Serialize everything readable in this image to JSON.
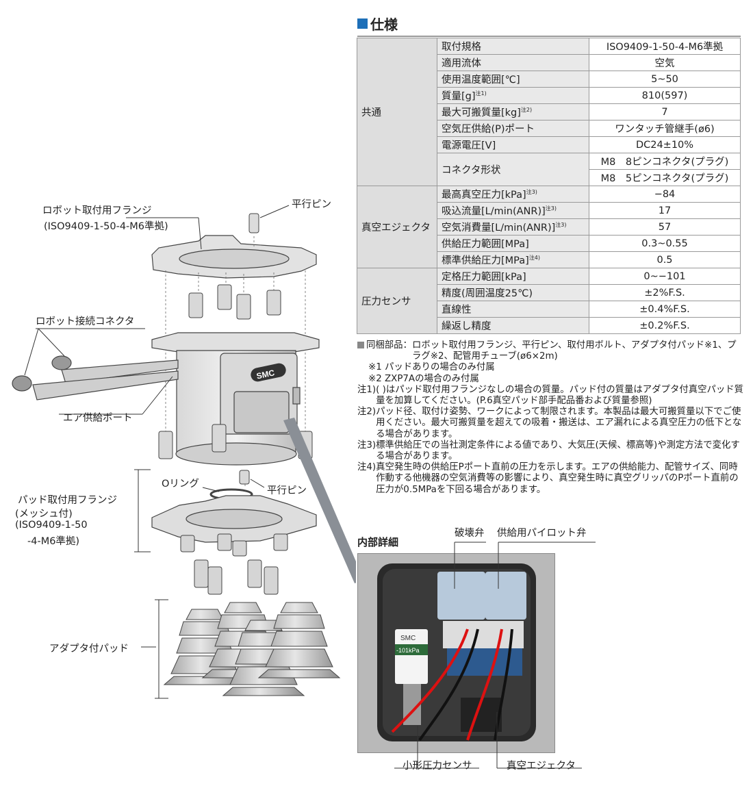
{
  "spec": {
    "title": "仕様",
    "groups": [
      {
        "name": "共通",
        "rows": [
          {
            "item": "取付規格",
            "note": "",
            "value": "ISO9409-1-50-4-M6準拠"
          },
          {
            "item": "適用流体",
            "note": "",
            "value": "空気"
          },
          {
            "item": "使用温度範囲[℃]",
            "note": "",
            "value": "5~50"
          },
          {
            "item": "質量[g]",
            "note": "注1)",
            "value": "810(597)"
          },
          {
            "item": "最大可搬質量[kg]",
            "note": "注2)",
            "value": "7"
          },
          {
            "item": "空気圧供給(P)ポート",
            "note": "",
            "value": "ワンタッチ管継手(ø6)"
          },
          {
            "item": "電源電圧[V]",
            "note": "",
            "value": "DC24±10%"
          },
          {
            "item": "コネクタ形状",
            "note": "",
            "value": "M8　8ピンコネクタ(プラグ)",
            "value2": "M8　5ピンコネクタ(プラグ)"
          }
        ]
      },
      {
        "name": "真空エジェクタ",
        "rows": [
          {
            "item": "最高真空圧力[kPa]",
            "note": "注3)",
            "value": "−84"
          },
          {
            "item": "吸込流量[L/min(ANR)]",
            "note": "注3)",
            "value": "17"
          },
          {
            "item": "空気消費量[L/min(ANR)]",
            "note": "注3)",
            "value": "57"
          },
          {
            "item": "供給圧力範囲[MPa]",
            "note": "",
            "value": "0.3~0.55"
          },
          {
            "item": "標準供給圧力[MPa]",
            "note": "注4)",
            "value": "0.5"
          }
        ]
      },
      {
        "name": "圧力センサ",
        "rows": [
          {
            "item": "定格圧力範囲[kPa]",
            "note": "",
            "value": "0~−101"
          },
          {
            "item": "精度(周囲温度25℃)",
            "note": "",
            "value": "±2%F.S."
          },
          {
            "item": "直線性",
            "note": "",
            "value": "±0.4%F.S."
          },
          {
            "item": "繰返し精度",
            "note": "",
            "value": "±0.2%F.S."
          }
        ]
      }
    ]
  },
  "notes": {
    "included_label": "同梱部品：",
    "included_text": "ロボット取付用フランジ、平行ピン、取付用ボルト、アダプタ付パッド※1、プラグ※2、配管用チューブ(ø6×2m)",
    "star1": "※1 パッドありの場合のみ付属",
    "star2": "※2 ZXP7Aの場合のみ付属",
    "n1_label": "注1)",
    "n1_text": "( )はパッド取付用フランジなしの場合の質量。パッド付の質量はアダプタ付真空パッド質量を加算してください。(P.6真空パッド部手配品番および質量参照)",
    "n2_label": "注2)",
    "n2_text": "パッド径、取付け姿勢、ワークによって制限されます。本製品は最大可搬質量以下でご使用ください。最大可搬質量を超えての吸着・搬送は、エア漏れによる真空圧力の低下となる場合があります。",
    "n3_label": "注3)",
    "n3_text": "標準供給圧での当社測定条件による値であり、大気圧(天候、標高等)や測定方法で変化する場合があります。",
    "n4_label": "注4)",
    "n4_text": "真空発生時の供給圧Pポート直前の圧力を示します。エアの供給能力、配管サイズ、同時作動する他機器の空気消費等の影響により、真空発生時に真空グリッパのPポート直前の圧力が0.5MPaを下回る場合があります。"
  },
  "detail": {
    "title": "内部詳細",
    "labels": {
      "break_valve": "破壊弁",
      "pilot_valve": "供給用パイロット弁",
      "pressure_sensor": "小形圧力センサ",
      "ejector": "真空エジェクタ"
    },
    "sensor_brand": "SMC",
    "sensor_value": "-101kPa"
  },
  "diagram": {
    "labels": {
      "robot_flange": "ロボット取付用フランジ",
      "robot_flange_std": "(ISO9409-1-50-4-M6準拠)",
      "parallel_pin_top": "平行ピン",
      "robot_connector": "ロボット接続コネクタ",
      "air_port": "エア供給ポート",
      "o_ring": "Oリング",
      "parallel_pin_mid": "平行ピン",
      "pad_flange_1": "パッド取付用フランジ",
      "pad_flange_2": "(メッシュ付)",
      "pad_flange_3": "(ISO9409-1-50",
      "pad_flange_4": "-4-M6準拠)",
      "adapter_pad": "アダプタ付パッド"
    },
    "logo": "SMC"
  }
}
